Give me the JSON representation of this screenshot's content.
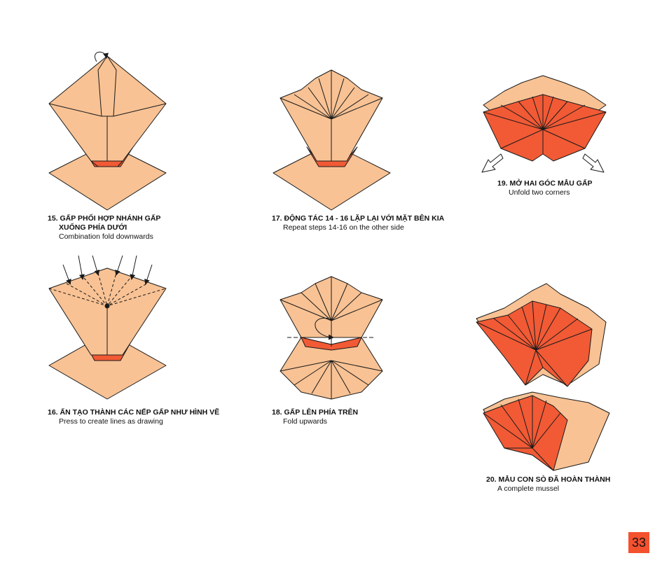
{
  "colors": {
    "peach": "#f8c294",
    "orange": "#f15a35",
    "line": "#1a1a1a"
  },
  "steps": [
    {
      "title": "15. GẤP PHỐI HỢP NHÁNH GẤP",
      "title2": "XUỐNG PHÍA DƯỚI",
      "subtitle": "Combination fold downwards"
    },
    {
      "title": "16. ẤN TẠO THÀNH CÁC NẾP GẤP NHƯ HÌNH VẼ",
      "subtitle": "Press to create lines as drawing"
    },
    {
      "title": "17. ĐỘNG TÁC 14 - 16 LẶP LẠI VỚI MẶT BÊN KIA",
      "subtitle": "Repeat steps 14-16 on the other side"
    },
    {
      "title": "18. GẤP LÊN PHÍA TRÊN",
      "subtitle": "Fold upwards"
    },
    {
      "title": "19. MỞ HAI GÓC MẪU GẤP",
      "subtitle": "Unfold two corners"
    },
    {
      "title": "20. MẪU CON SÒ ĐÃ HOÀN THÀNH",
      "subtitle": "A complete mussel"
    }
  ],
  "page_number": "33"
}
